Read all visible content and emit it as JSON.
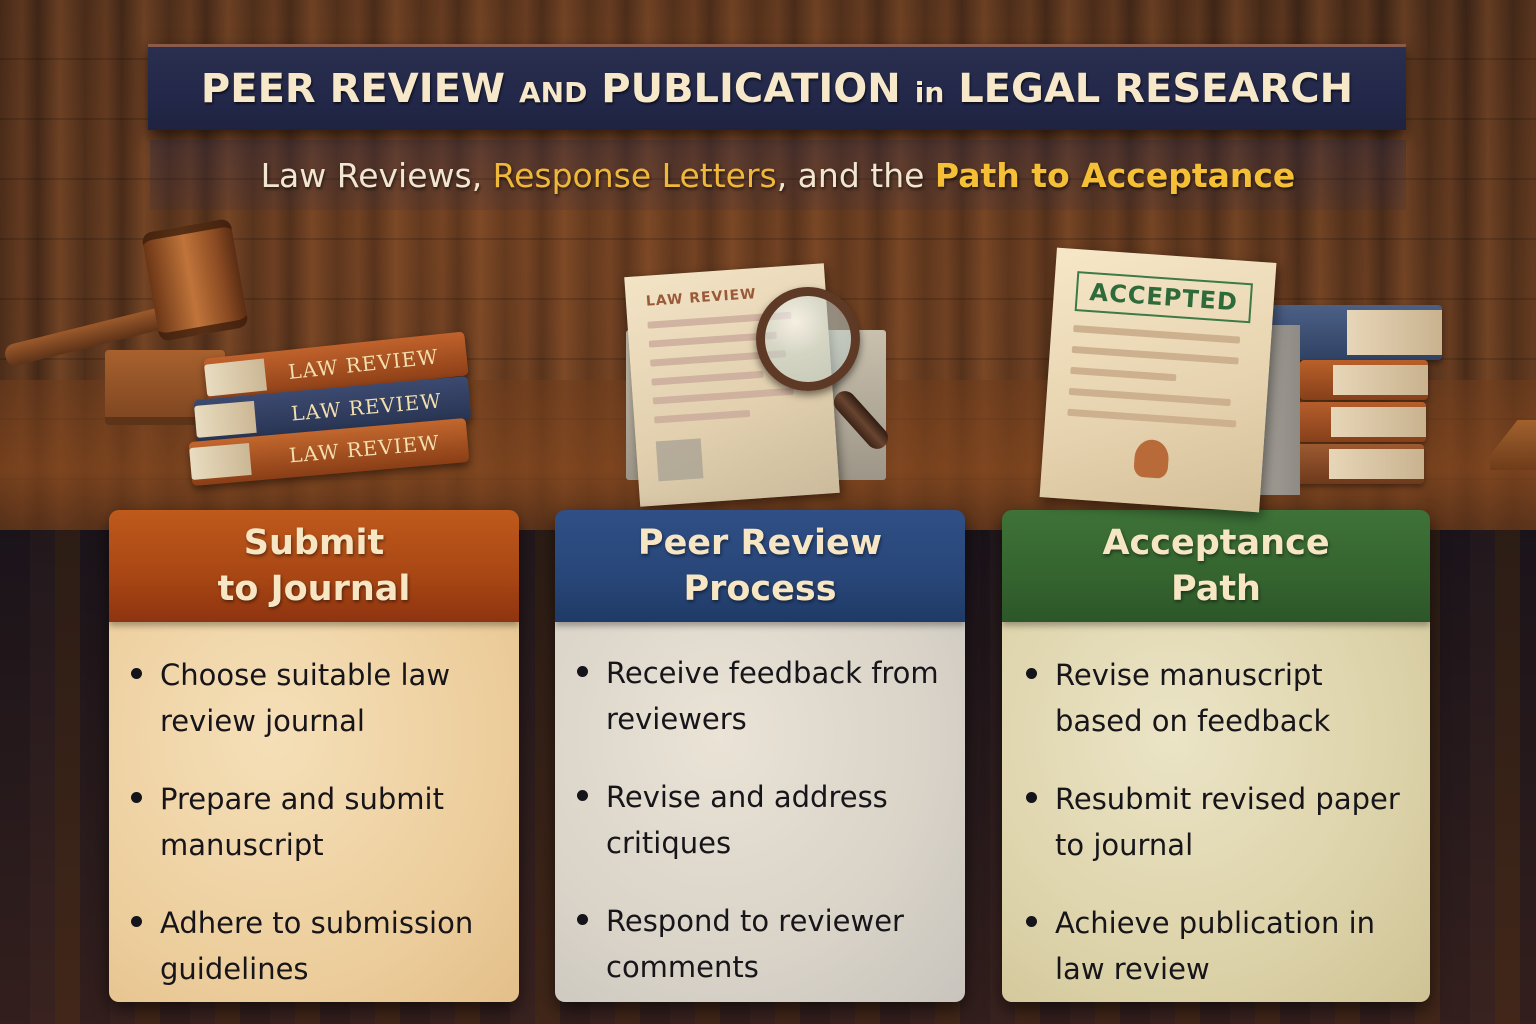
{
  "header": {
    "title_parts": {
      "part1": "PEER REVIEW",
      "part2": "AND",
      "part3": "PUBLICATION",
      "part4": "in",
      "part5": "LEGAL RESEARCH"
    },
    "subtitle_parts": {
      "part1": "Law Reviews, ",
      "part2": "Response Letters",
      "part3": ", and the ",
      "part4": "Path to Acceptance"
    }
  },
  "illustrations": {
    "left": {
      "icon": "gavel-and-books",
      "book_labels": [
        "LAW REVIEW",
        "LAW REVIEW",
        "LAW REVIEW"
      ]
    },
    "center": {
      "icon": "document-with-magnifier",
      "document_title": "LAW REVIEW"
    },
    "right": {
      "icon": "accepted-document-and-books",
      "stamp_label": "ACCEPTED"
    }
  },
  "cards": [
    {
      "title_line1": "Submit",
      "title_line2": "to Journal",
      "color": "#a84614",
      "bullets": [
        "Choose suitable law review journal",
        "Prepare and submit manuscript",
        "Adhere to submission guidelines"
      ]
    },
    {
      "title_line1": "Peer Review",
      "title_line2": "Process",
      "color": "#284678",
      "bullets": [
        "Receive feedback from reviewers",
        "Revise and address critiques",
        "Respond to reviewer comments"
      ]
    },
    {
      "title_line1": "Acceptance",
      "title_line2": "Path",
      "color": "#35642f",
      "bullets": [
        "Revise manuscript based on feedback",
        "Resubmit revised paper to journal",
        "Achieve publication in law review"
      ]
    }
  ],
  "colors": {
    "title_banner": "#23284a",
    "title_text": "#f6e8c8",
    "subtitle_accent": "#f0b83a"
  }
}
